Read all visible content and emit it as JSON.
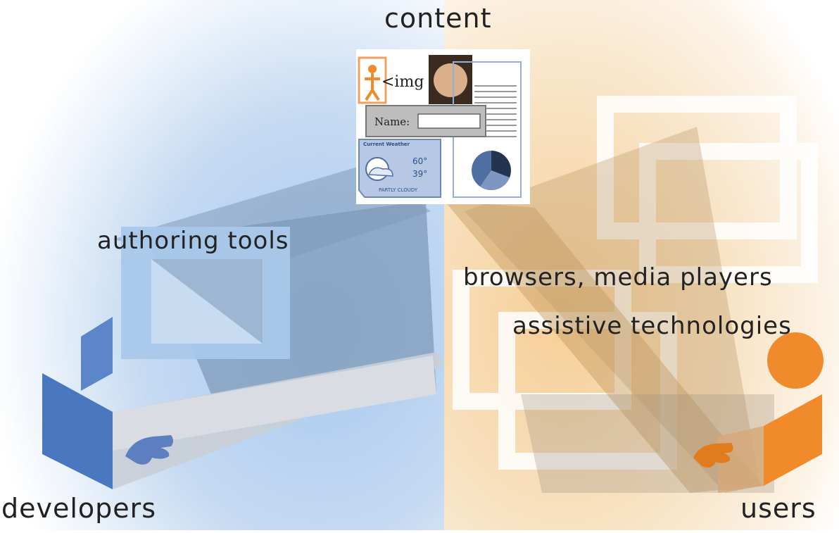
{
  "labels": {
    "content": "content",
    "authoring_tools": "authoring tools",
    "browsers_media_players": "browsers, media players",
    "assistive_technologies": "assistive technologies",
    "developers": "developers",
    "users": "users"
  },
  "content_card": {
    "img_tag": "<img",
    "name_label": "Name:",
    "weather_title": "Current Weather",
    "weather_high": "60°",
    "weather_low": "39°",
    "weather_condition": "PARTLY CLOUDY"
  },
  "colors": {
    "developer_blue": "#4a78c0",
    "panel_blue": "#a9c8ea",
    "shadow_slate": "#8ea6bf",
    "user_orange": "#f08a2a",
    "beige": "#f3dcb6",
    "pie_blue": "#4f6fa3"
  }
}
